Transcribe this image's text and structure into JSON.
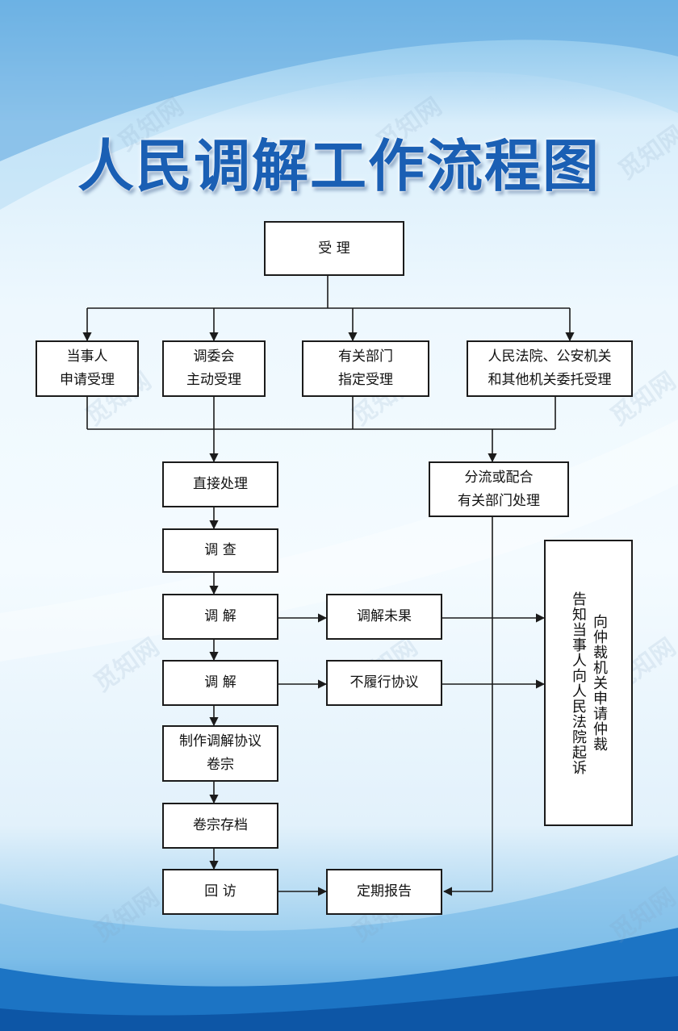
{
  "title": "人民调解工作流程图",
  "colors": {
    "accent": "#1a5fb4",
    "line": "#1b1b1b",
    "box_fill": "#ffffff"
  },
  "watermark": "觅知网",
  "nodes": {
    "accept": "受  理",
    "party_apply": "当事人\n申请受理",
    "committee": "调委会\n主动受理",
    "dept_assigned": "有关部门\n指定受理",
    "court_entrusted": "人民法院、公安机关\n和其他机关委托受理",
    "direct": "直接处理",
    "divert": "分流或配合\n有关部门处理",
    "investigate": "调  查",
    "mediate_1": "调  解",
    "mediate_2": "调  解",
    "unresolved": "调解未果",
    "non_performance": "不履行协议",
    "make_agreement": "制作调解协议\n卷宗",
    "archive": "卷宗存档",
    "revisit": "回  访",
    "report": "定期报告",
    "arbitration_col1": "向仲裁机关申请仲裁",
    "arbitration_col2": "告知当事人向人民法院起诉"
  }
}
